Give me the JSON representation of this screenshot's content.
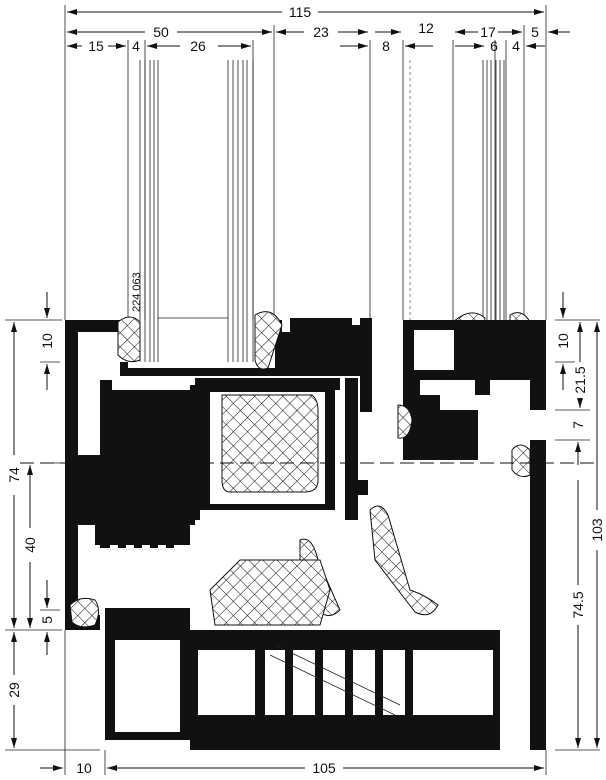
{
  "drawing": {
    "part_number": "224 063",
    "top_dimensions": {
      "overall": "115",
      "row2": [
        "50",
        "23",
        "12",
        "17",
        "5"
      ],
      "row3": [
        "15",
        "4",
        "26",
        "8",
        "6",
        "4"
      ]
    },
    "left_dimensions": [
      "74",
      "10",
      "40",
      "5",
      "29"
    ],
    "right_dimensions": [
      "10",
      "21.5",
      "7",
      "103",
      "74.5"
    ],
    "bottom_dimensions": [
      "10",
      "105"
    ]
  }
}
